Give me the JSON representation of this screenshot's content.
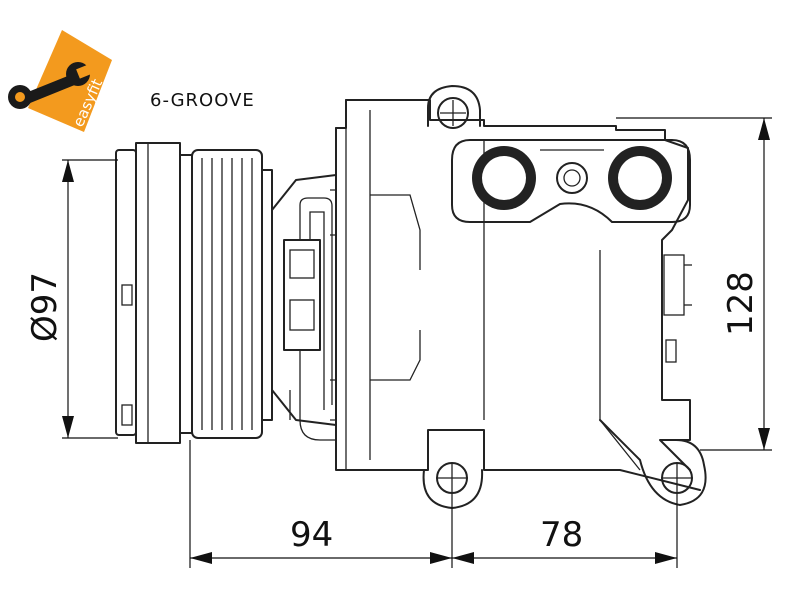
{
  "logo": {
    "text": "easyfit",
    "color": "#f39a1e"
  },
  "label": {
    "groove": "6-GROOVE"
  },
  "dimensions": {
    "diameter": "Ø97",
    "height": "128",
    "length_left": "94",
    "length_right": "78"
  },
  "colors": {
    "line": "#222222"
  }
}
